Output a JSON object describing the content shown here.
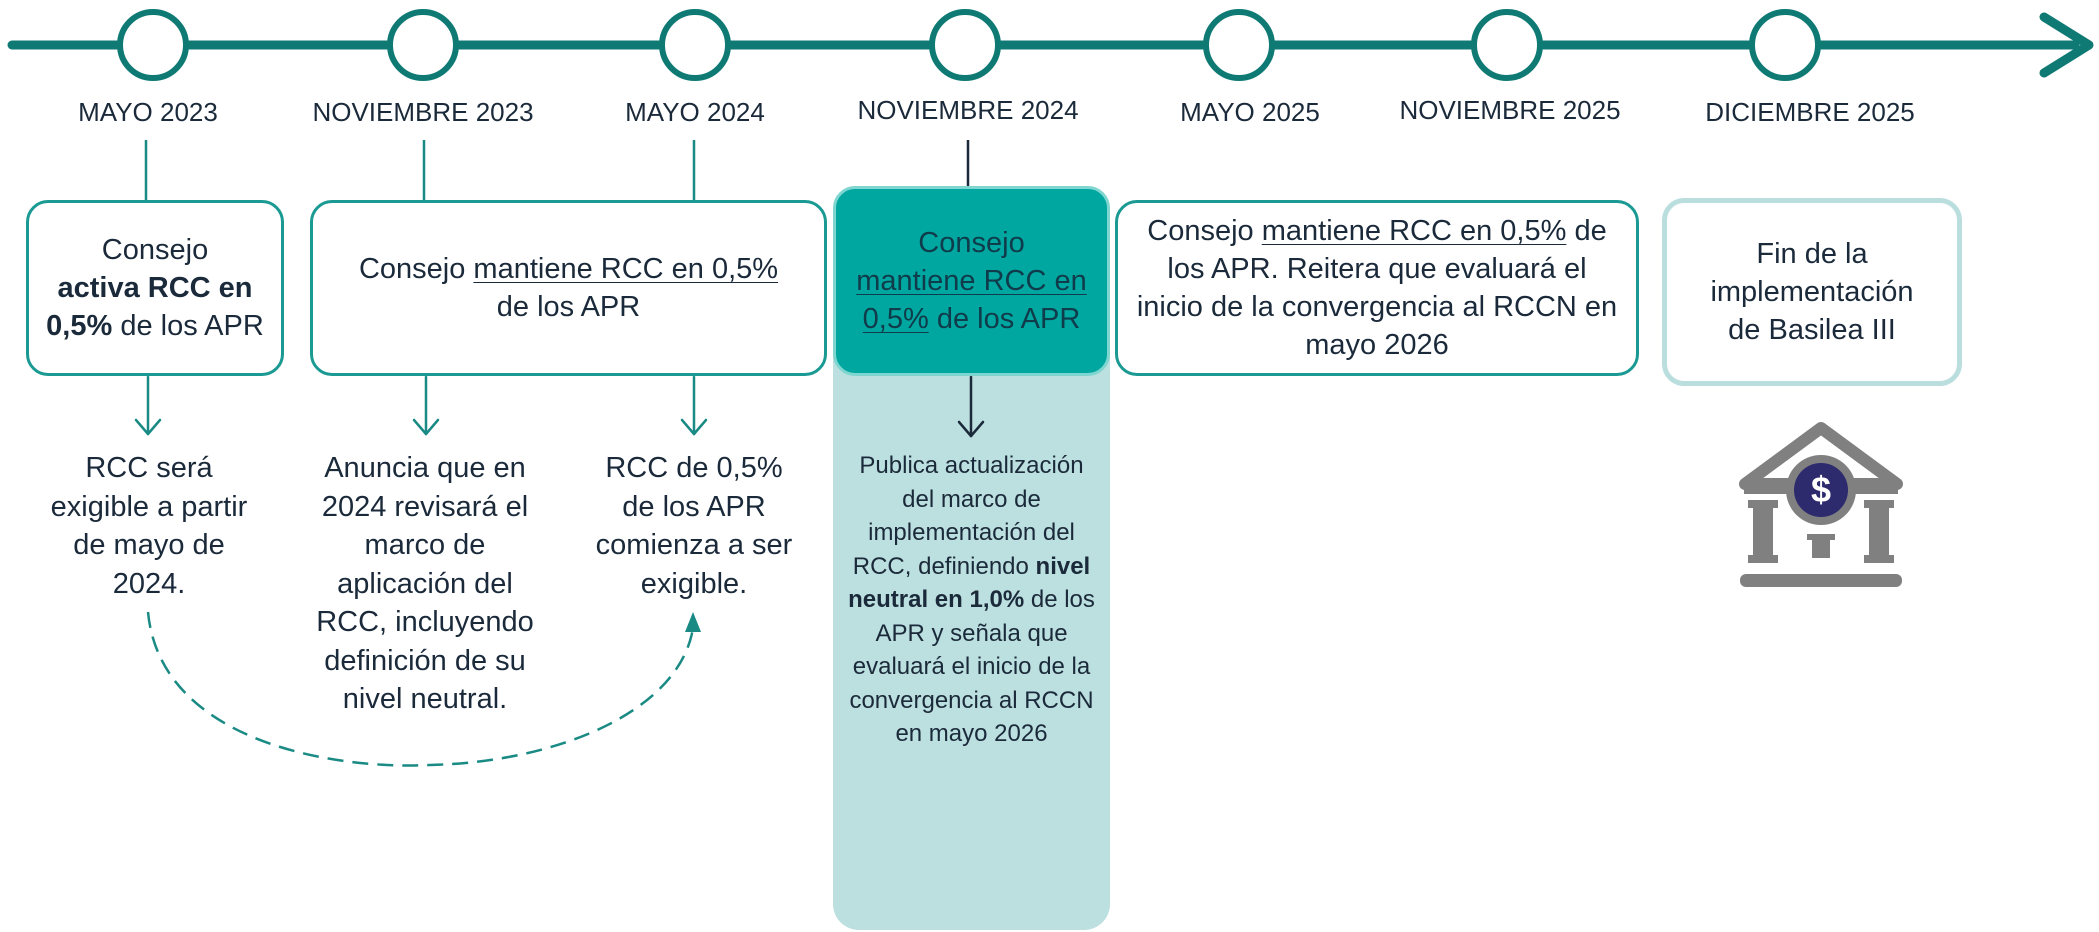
{
  "dates": [
    "MAYO 2023",
    "NOVIEMBRE 2023",
    "MAYO 2024",
    "NOVIEMBRE 2024",
    "MAYO 2025",
    "NOVIEMBRE 2025",
    "DICIEMBRE 2025"
  ],
  "boxes": {
    "b1": {
      "t1": "Consejo",
      "t2": "activa RCC en 0,5%",
      "t3": " de los APR"
    },
    "b2": {
      "t1": "Consejo ",
      "t2": "mantiene RCC en 0,5%",
      "t3": " de los APR"
    },
    "b3": {
      "t1": "Consejo ",
      "t2": "mantiene RCC en 0,5%",
      "t3": " de los APR"
    },
    "b4": {
      "t1": "Consejo ",
      "t2": "mantiene RCC en 0,5%",
      "t3": " de los APR. Reitera que evaluará el inicio de la convergencia al RCCN en mayo 2026"
    },
    "b5": {
      "t1": "Fin de la implementación de Basilea III"
    }
  },
  "notes": {
    "n1": "RCC será exigible a partir de mayo de 2024.",
    "n2": "Anuncia que en 2024 revisará el marco de aplicación del RCC, incluyendo definición de su nivel neutral.",
    "n3": "RCC de 0,5% de los APR comienza a ser exigible.",
    "n4a": "Publica actualización del marco de implementación del RCC, definiendo ",
    "n4b": "nivel neutral en 1,0%",
    "n4c": " de los APR y señala que evaluará el inicio de la convergencia al RCCN en mayo 2026"
  },
  "colors": {
    "timeline": "#0f7a74",
    "box_border": "#1a9a92",
    "highlight": "#00a7a0",
    "highlight_panel": "#bcdfdf",
    "faded_border": "#b9dedd",
    "bank_icon": "#808080",
    "bank_icon_coin": "#2d2a6e",
    "text": "#1b2a3a"
  },
  "icons": {
    "bank": "bank-dollar-icon"
  }
}
